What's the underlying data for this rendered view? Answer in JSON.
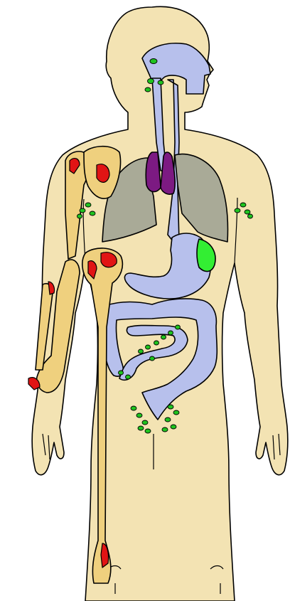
{
  "figure": {
    "subject": "human-body-immune-system-diagram",
    "colors": {
      "skin": "#f3e3b3",
      "airway_and_gut": "#b7c0ec",
      "lungs": "#a9aa97",
      "thymus": "#7c1a82",
      "spleen": "#33ee33",
      "lymph_nodes": "#1fc31f",
      "bone": "#efd07e",
      "marrow": "#e11414",
      "outline": "#000000"
    },
    "parts": [
      "head",
      "torso",
      "arms",
      "legs",
      "trachea",
      "lungs",
      "thymus",
      "spleen",
      "stomach",
      "intestines",
      "bone-marrow",
      "lymph-nodes"
    ]
  }
}
